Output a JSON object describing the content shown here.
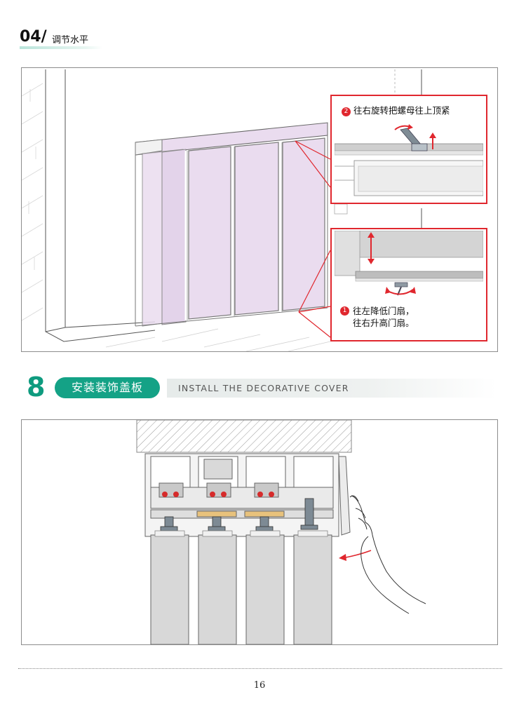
{
  "header": {
    "step_number": "04/",
    "step_title": "调节水平"
  },
  "figure1": {
    "callout_top": {
      "badge": "2",
      "text": "往右旋转把螺母往上顶紧"
    },
    "callout_bottom": {
      "badge": "1",
      "line1": "往左降低门扇，",
      "line2": "往右升高门扇。"
    }
  },
  "section": {
    "number": "8",
    "title_cn": "安装装饰盖板",
    "title_en": "INSTALL THE DECORATIVE COVER"
  },
  "colors": {
    "accent_green": "#14a286",
    "callout_red": "#e0272e",
    "glass_pink": "#eadcef"
  },
  "footer": {
    "page_number": "16"
  }
}
